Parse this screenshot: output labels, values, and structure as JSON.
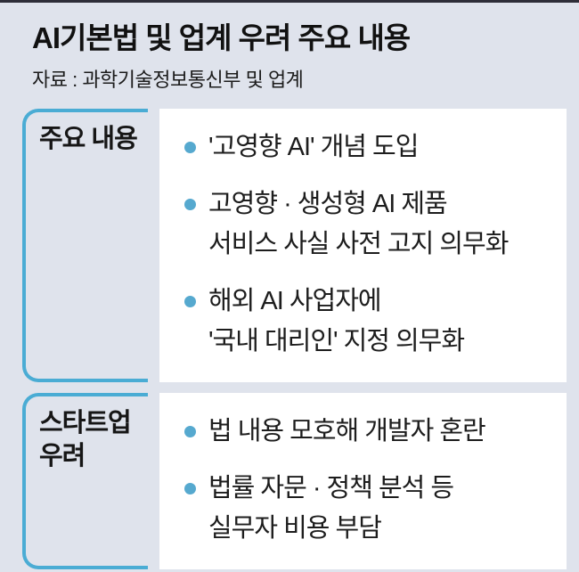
{
  "title": "AI기본법 및 업계 우려 주요 내용",
  "source": "자료 : 과학기술정보통신부 및 업계",
  "colors": {
    "background": "#dfe3ec",
    "panel": "#ffffff",
    "accent": "#4aacd4",
    "bullet": "#56a9cf",
    "top_rule": "#2e2e38",
    "text": "#111111"
  },
  "sections": [
    {
      "label": "주요 내용",
      "items": [
        {
          "lines": [
            "'고영향 AI' 개념 도입"
          ]
        },
        {
          "lines": [
            "고영향 · 생성형 AI 제품",
            "서비스 사실 사전 고지 의무화"
          ]
        },
        {
          "lines": [
            "해외 AI 사업자에",
            "'국내 대리인' 지정 의무화"
          ]
        }
      ]
    },
    {
      "label": "스타트업 우려",
      "items": [
        {
          "lines": [
            "법 내용 모호해 개발자 혼란"
          ]
        },
        {
          "lines": [
            "법률 자문 · 정책 분석 등",
            "실무자 비용 부담"
          ]
        }
      ]
    }
  ]
}
